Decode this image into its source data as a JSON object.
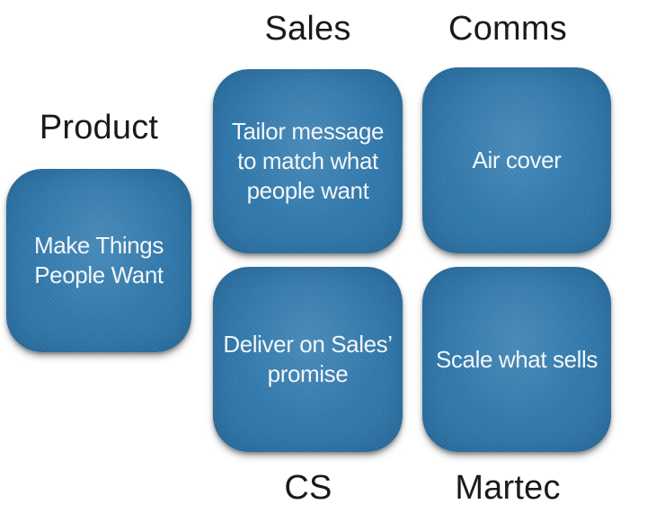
{
  "canvas": {
    "background": "#ffffff"
  },
  "palette": {
    "note_fill": "#3078ac",
    "note_fill_highlight": "#357fb2",
    "note_fill_edge": "#2b6f9f",
    "note_text": "#f3f6f8",
    "label_text": "#1a1a1a"
  },
  "notes": [
    {
      "id": "product",
      "label": "Product",
      "label_position": "top",
      "lines": [
        "Make Things",
        "People Want"
      ]
    },
    {
      "id": "sales",
      "label": "Sales",
      "label_position": "top",
      "lines": [
        "Tailor message",
        "to match what",
        "people want"
      ]
    },
    {
      "id": "comms",
      "label": "Comms",
      "label_position": "top",
      "lines": [
        "Air cover"
      ]
    },
    {
      "id": "cs",
      "label": "CS",
      "label_position": "bottom",
      "lines": [
        "Deliver on Sales’",
        "promise"
      ]
    },
    {
      "id": "martec",
      "label": "Martec",
      "label_position": "bottom",
      "lines": [
        "Scale what sells"
      ]
    }
  ]
}
